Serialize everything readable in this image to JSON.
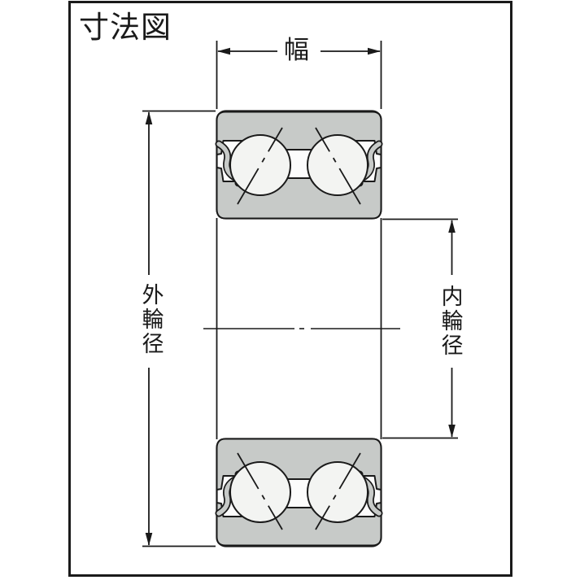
{
  "title": "寸法図",
  "diagram": {
    "type": "bearing-cross-section",
    "labels": {
      "width": "幅",
      "outer_diameter": "外輪径",
      "inner_diameter": "内輪径"
    }
  },
  "colors": {
    "line": "#1a1a1a",
    "ring": "#c7cac8",
    "ball": "#f3f4f2",
    "bg": "#ffffff"
  }
}
